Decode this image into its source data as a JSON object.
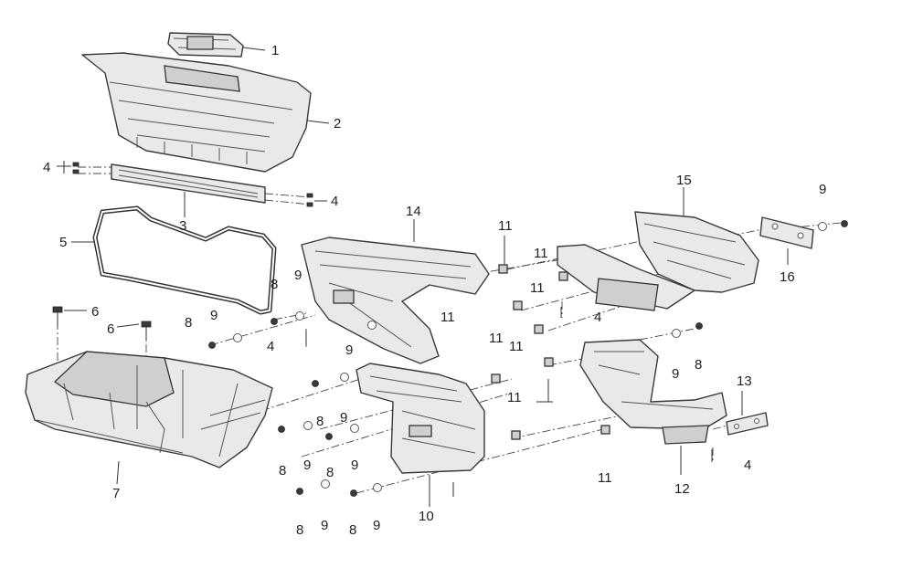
{
  "callouts": [
    "1",
    "2",
    "3",
    "4",
    "4",
    "4",
    "4",
    "4",
    "5",
    "6",
    "6",
    "7",
    "8",
    "8",
    "8",
    "8",
    "8",
    "8",
    "8",
    "8",
    "9",
    "9",
    "9",
    "9",
    "9",
    "9",
    "9",
    "9",
    "9",
    "9",
    "10",
    "11",
    "11",
    "11",
    "11",
    "11",
    "11",
    "11",
    "11",
    "12",
    "13",
    "14",
    "15",
    "16"
  ],
  "parts": [
    "part-1",
    "part-2",
    "part-3",
    "part-5",
    "part-7",
    "part-10",
    "part-12",
    "part-13",
    "part-14",
    "part-15",
    "part-16"
  ]
}
